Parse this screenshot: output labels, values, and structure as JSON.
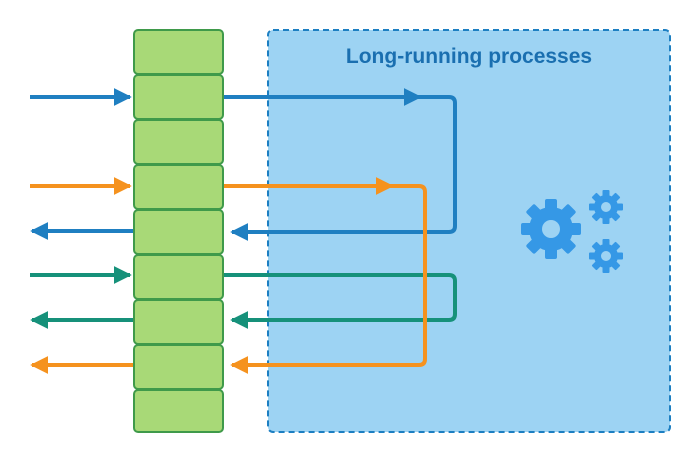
{
  "region": {
    "title": "Long-running processes"
  },
  "slots": {
    "count": 9
  },
  "flows": [
    {
      "color": "blue"
    },
    {
      "color": "orange"
    },
    {
      "color": "teal"
    }
  ],
  "icons": {
    "region": "gears-icon"
  },
  "colors": {
    "region_fill": "#9dd3f3",
    "region_border": "#1d7fc2",
    "title": "#1a6fb0",
    "slot_fill": "#a8d977",
    "slot_border": "#3f9a4a",
    "blue": "#1f7fc1",
    "orange": "#f5921e",
    "teal": "#16917a",
    "gear": "#3598e6"
  }
}
